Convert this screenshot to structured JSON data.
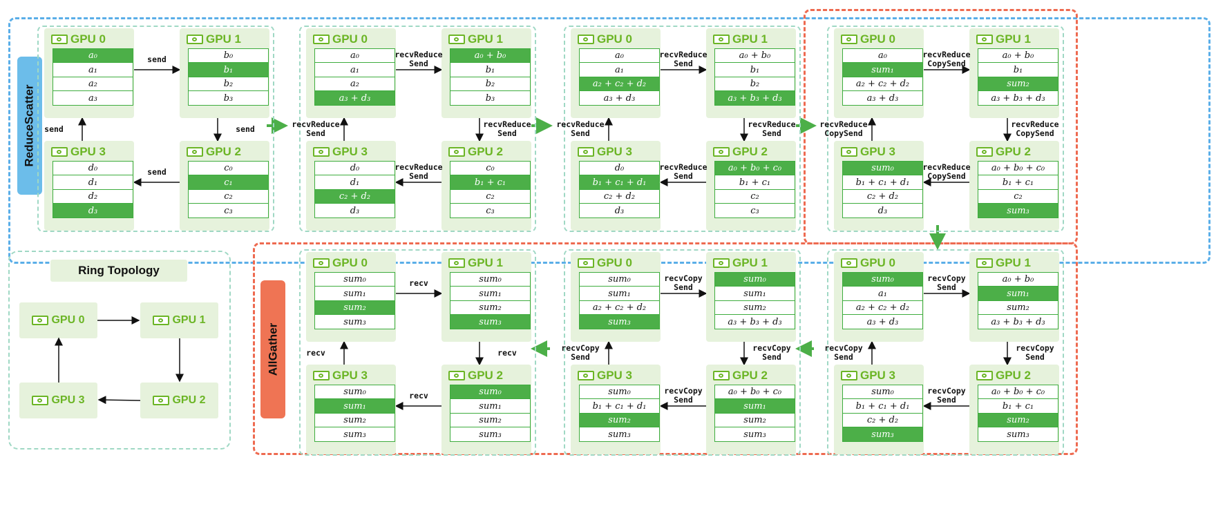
{
  "labels": {
    "reduce_scatter": "ReduceScatter",
    "all_gather": "AllGather",
    "ring_topology": "Ring Topology"
  },
  "colors": {
    "highlight": "#4caf48",
    "gpu_title": "#6bb525",
    "blue_border": "#5aaee8",
    "red_border": "#ee6a50"
  },
  "gpu_names": [
    "GPU 0",
    "GPU 1",
    "GPU 3",
    "GPU 2"
  ],
  "topology": {
    "nodes": [
      "GPU 0",
      "GPU 1",
      "GPU 3",
      "GPU 2"
    ]
  },
  "phases": [
    {
      "gpus": [
        {
          "name": "GPU 0",
          "rows": [
            "a₀",
            "a₁",
            "a₂",
            "a₃"
          ],
          "hl": [
            0
          ]
        },
        {
          "name": "GPU 1",
          "rows": [
            "b₀",
            "b₁",
            "b₂",
            "b₃"
          ],
          "hl": [
            1
          ]
        },
        {
          "name": "GPU 3",
          "rows": [
            "d₀",
            "d₁",
            "d₂",
            "d₃"
          ],
          "hl": [
            3
          ]
        },
        {
          "name": "GPU 2",
          "rows": [
            "c₀",
            "c₁",
            "c₂",
            "c₃"
          ],
          "hl": [
            1
          ]
        }
      ],
      "arrows": [
        "send",
        "send",
        "send",
        "send"
      ]
    },
    {
      "gpus": [
        {
          "name": "GPU 0",
          "rows": [
            "a₀",
            "a₁",
            "a₂",
            "a₃ + d₃"
          ],
          "hl": [
            3
          ]
        },
        {
          "name": "GPU 1",
          "rows": [
            "a₀ + b₀",
            "b₁",
            "b₂",
            "b₃"
          ],
          "hl": [
            0
          ]
        },
        {
          "name": "GPU 3",
          "rows": [
            "d₀",
            "d₁",
            "c₂ + d₂",
            "d₃"
          ],
          "hl": [
            2
          ]
        },
        {
          "name": "GPU 2",
          "rows": [
            "c₀",
            "b₁ + c₁",
            "c₂",
            "c₃"
          ],
          "hl": [
            1
          ]
        }
      ],
      "arrows": [
        "recvReduce\nSend",
        "recvReduce\nSend",
        "recvReduce\nSend",
        "recvReduce\nSend"
      ]
    },
    {
      "gpus": [
        {
          "name": "GPU 0",
          "rows": [
            "a₀",
            "a₁",
            "a₂ + c₂ + d₂",
            "a₃ + d₃"
          ],
          "hl": [
            2
          ]
        },
        {
          "name": "GPU 1",
          "rows": [
            "a₀ + b₀",
            "b₁",
            "b₂",
            "a₃ + b₃ + d₃"
          ],
          "hl": [
            3
          ]
        },
        {
          "name": "GPU 3",
          "rows": [
            "d₀",
            "b₁ + c₁ + d₁",
            "c₂ + d₂",
            "d₃"
          ],
          "hl": [
            1
          ]
        },
        {
          "name": "GPU 2",
          "rows": [
            "a₀ + b₀ + c₀",
            "b₁ + c₁",
            "c₂",
            "c₃"
          ],
          "hl": [
            0
          ]
        }
      ],
      "arrows": [
        "recvReduce\nSend",
        "recvReduce\nSend",
        "recvReduce\nSend",
        "recvReduce\nSend"
      ]
    },
    {
      "gpus": [
        {
          "name": "GPU 0",
          "rows": [
            "a₀",
            "sum₁",
            "a₂ + c₂ + d₂",
            "a₃ + d₃"
          ],
          "hl": [
            1
          ]
        },
        {
          "name": "GPU 1",
          "rows": [
            "a₀ + b₀",
            "b₁",
            "sum₂",
            "a₃ + b₃ + d₃"
          ],
          "hl": [
            2
          ]
        },
        {
          "name": "GPU 3",
          "rows": [
            "sum₀",
            "b₁ + c₁ + d₁",
            "c₂ + d₂",
            "d₃"
          ],
          "hl": [
            0
          ]
        },
        {
          "name": "GPU 2",
          "rows": [
            "a₀ + b₀ + c₀",
            "b₁ + c₁",
            "c₂",
            "sum₃"
          ],
          "hl": [
            3
          ]
        }
      ],
      "arrows": [
        "recvReduce\nCopySend",
        "recvReduce\nCopySend",
        "recvReduce\nCopySend",
        "recvReduce\nCopySend"
      ]
    },
    {
      "gpus": [
        {
          "name": "GPU 0",
          "rows": [
            "sum₀",
            "a₁",
            "a₂ + c₂ + d₂",
            "a₃ + d₃"
          ],
          "hl": [
            0
          ]
        },
        {
          "name": "GPU 1",
          "rows": [
            "a₀ + b₀",
            "sum₁",
            "sum₂",
            "a₃ + b₃ + d₃"
          ],
          "hl": [
            1
          ]
        },
        {
          "name": "GPU 3",
          "rows": [
            "sum₀",
            "b₁ + c₁ + d₁",
            "c₂ + d₂",
            "sum₃"
          ],
          "hl": [
            3
          ]
        },
        {
          "name": "GPU 2",
          "rows": [
            "a₀ + b₀ + c₀",
            "b₁ + c₁",
            "sum₂",
            "sum₃"
          ],
          "hl": [
            2
          ]
        }
      ],
      "arrows": [
        "recvCopy\nSend",
        "recvCopy\nSend",
        "recvCopy\nSend",
        "recvCopy\nSend"
      ]
    },
    {
      "gpus": [
        {
          "name": "GPU 0",
          "rows": [
            "sum₀",
            "sum₁",
            "a₂ + c₂ + d₂",
            "sum₃"
          ],
          "hl": [
            3
          ]
        },
        {
          "name": "GPU 1",
          "rows": [
            "sum₀",
            "sum₁",
            "sum₂",
            "a₃ + b₃ + d₃"
          ],
          "hl": [
            0
          ]
        },
        {
          "name": "GPU 3",
          "rows": [
            "sum₀",
            "b₁ + c₁ + d₁",
            "sum₂",
            "sum₃"
          ],
          "hl": [
            2
          ]
        },
        {
          "name": "GPU 2",
          "rows": [
            "a₀ + b₀ + c₀",
            "sum₁",
            "sum₂",
            "sum₃"
          ],
          "hl": [
            1
          ]
        }
      ],
      "arrows": [
        "recvCopy\nSend",
        "recvCopy\nSend",
        "recvCopy\nSend",
        "recvCopy\nSend"
      ]
    },
    {
      "gpus": [
        {
          "name": "GPU 0",
          "rows": [
            "sum₀",
            "sum₁",
            "sum₂",
            "sum₃"
          ],
          "hl": [
            2
          ]
        },
        {
          "name": "GPU 1",
          "rows": [
            "sum₀",
            "sum₁",
            "sum₂",
            "sum₃"
          ],
          "hl": [
            3
          ]
        },
        {
          "name": "GPU 3",
          "rows": [
            "sum₀",
            "sum₁",
            "sum₂",
            "sum₃"
          ],
          "hl": [
            1
          ]
        },
        {
          "name": "GPU 2",
          "rows": [
            "sum₀",
            "sum₁",
            "sum₂",
            "sum₃"
          ],
          "hl": [
            0
          ]
        }
      ],
      "arrows": [
        "recv",
        "recv",
        "recv",
        "recv"
      ]
    }
  ]
}
